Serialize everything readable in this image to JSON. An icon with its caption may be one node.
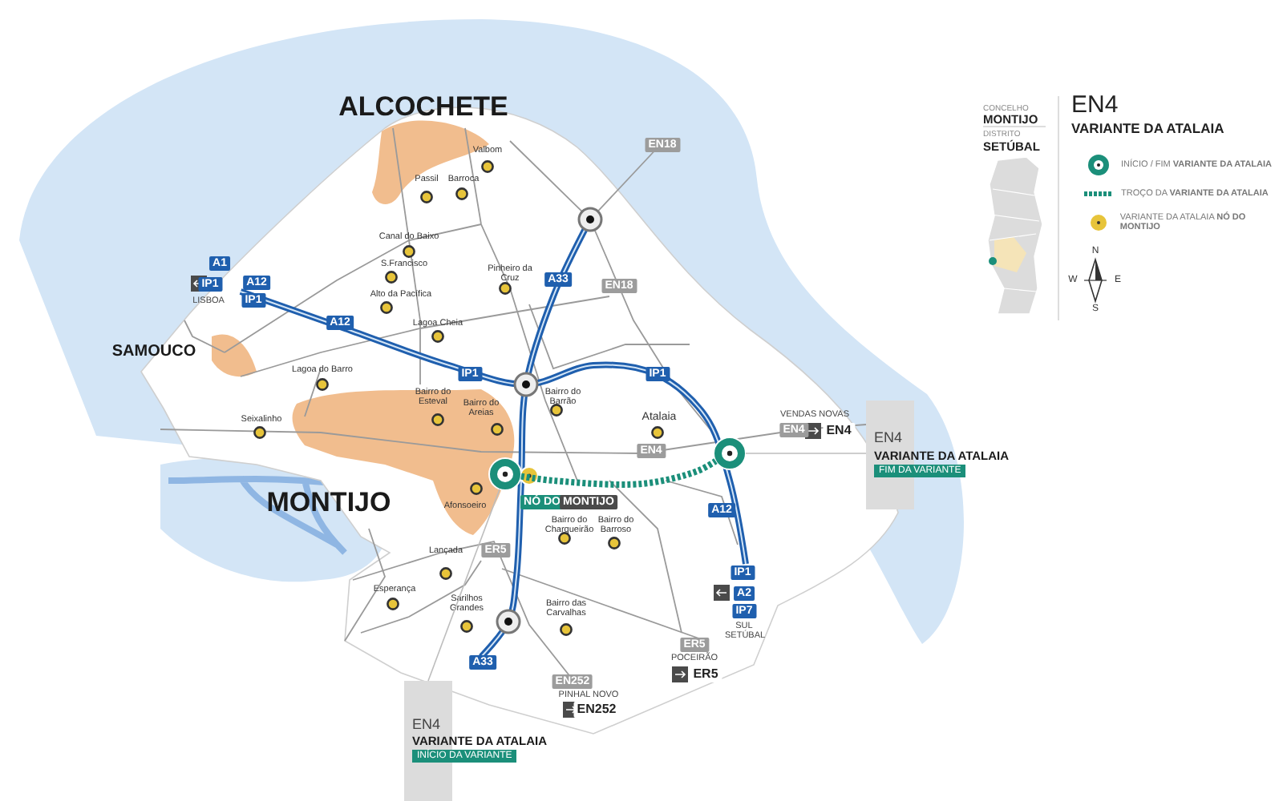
{
  "diagram": {
    "nodes": [
      {
        "text": [
          "EN4",
          "VARIANTE DA ATALAIA",
          "FIM DA VARIANTE"
        ]
      },
      {
        "text": [],
        "shape": "circle"
      },
      {
        "text": [
          "EN4",
          "VARIANTE DA ATALAIA",
          "INÍCIO DA VARIANTE"
        ]
      },
      {
        "text": [],
        "shape": "circle"
      }
    ],
    "edges": [
      {
        "from": 0,
        "to": 1,
        "arrow": "none"
      },
      {
        "from": 2,
        "to": 3,
        "arrow": "none"
      },
      {
        "from": 3,
        "to": 1,
        "arrow": "none",
        "style": "dashed",
        "color": "#1b8f7a"
      }
    ],
    "labels": [
      "ALCOCHETE",
      "EN18",
      "Valbom",
      "Passil",
      "Barroca",
      "Canal do Baixo",
      "A1",
      "S.Francisco",
      "IP1",
      "A12",
      "Pinheiro da Cruz",
      "A33",
      "EN18",
      "LISBOA",
      "IP1",
      "Alto da Pacífica",
      "A12",
      "Lagoa Cheia",
      "SAMOUCO",
      "Lagoa do Barro",
      "IP1",
      "IP1",
      "Bairro do Esteval",
      "Bairro do Barrão",
      "Seixalinho",
      "Bairro do Areias",
      "Atalaia",
      "VENDAS NOVAS",
      "EN4",
      "EN4",
      "EN4",
      "MONTIJO",
      "Afonsoeiro",
      "NÓ DO",
      "MONTIJO",
      "A12",
      "Bairro do Charqueirão",
      "Bairro do Barroso",
      "Lançada",
      "ER5",
      "IP1",
      "Esperança",
      "A2",
      "Sarilhos Grandes",
      "Bairro das Carvalhas",
      "IP7",
      "SUL SETÚBAL",
      "ER5",
      "A33",
      "POCEIRÃO",
      "ER5",
      "EN252",
      "PINHAL NOVO",
      "EN252",
      "CONCELHO",
      "MONTIJO",
      "DISTRITO",
      "SETÚBAL",
      "EN4",
      "VARIANTE DA ATALAIA",
      "N",
      "W",
      "E",
      "S"
    ],
    "legend": [
      {
        "text": "INÍCIO / FIM **VARIANTE DA ATALAIA**"
      },
      {
        "text": "TROÇO DA **VARIANTE DA ATALAIA**"
      },
      {
        "text": "VARIANTE DA ATALAIA **NÓ DO MONTIJO**"
      }
    ]
  }
}
